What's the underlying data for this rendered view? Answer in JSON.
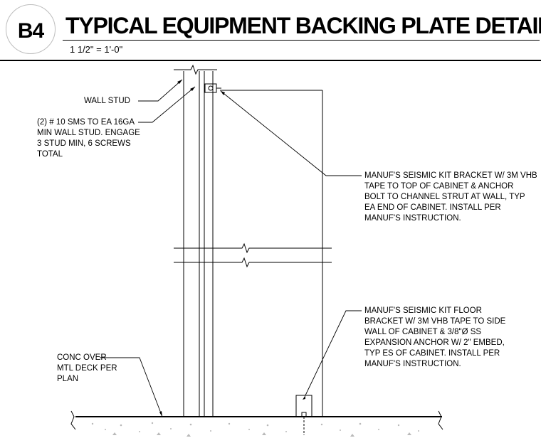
{
  "detail": {
    "id": "B4",
    "title": "TYPICAL EQUIPMENT BACKING PLATE DETAIL",
    "scale": "1 1/2\" = 1'-0\""
  },
  "notes": {
    "wall_stud": "WALL STUD",
    "screws": "(2) # 10 SMS TO EA 16GA\nMIN WALL STUD. ENGAGE\n3 STUD MIN, 6 SCREWS\nTOTAL",
    "top_bracket": "MANUF'S SEISMIC KIT BRACKET W/ 3M VHB\nTAPE TO TOP OF CABINET & ANCHOR\nBOLT TO CHANNEL STRUT AT WALL, TYP\nEA END OF CABINET. INSTALL PER\nMANUF'S INSTRUCTION.",
    "floor_bracket": "MANUF'S SEISMIC KIT FLOOR\nBRACKET W/ 3M VHB TAPE TO SIDE\nWALL OF CABINET & 3/8\"Ø SS\nEXPANSION ANCHOR W/ 2\" EMBED,\nTYP ES OF CABINET. INSTALL PER\nMANUF'S INSTRUCTION.",
    "slab": "CONC OVER\nMTL DECK PER\nPLAN"
  }
}
